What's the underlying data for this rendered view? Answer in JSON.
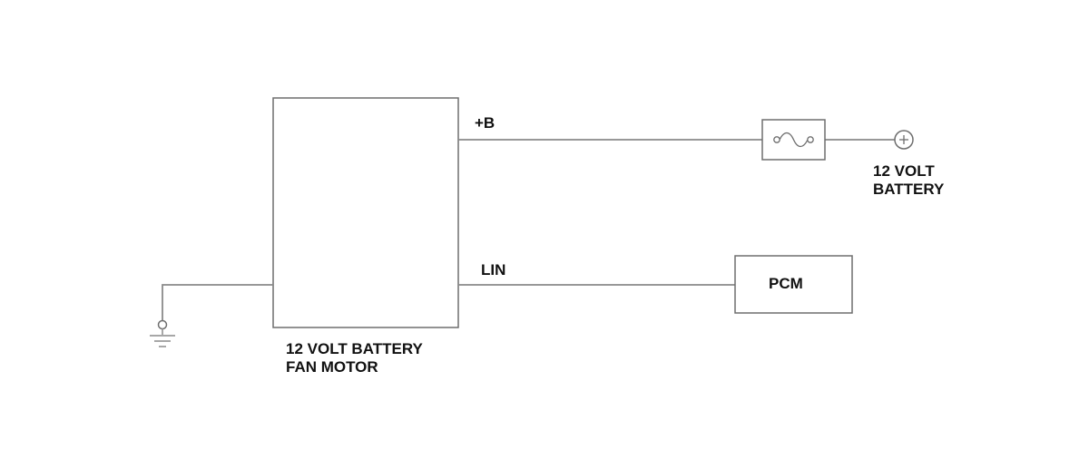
{
  "diagram": {
    "fan_motor_label": [
      "12 VOLT BATTERY",
      "FAN MOTOR"
    ],
    "supply_label": "+B",
    "lin_label": "LIN",
    "pcm_label": "PCM",
    "battery_label": [
      "12 VOLT",
      "BATTERY"
    ],
    "battery_terminal_glyph": "+",
    "icons": [
      "ground-icon",
      "fuse-icon",
      "battery-terminal-icon"
    ]
  },
  "colors": {
    "wire": "#8a8a8a",
    "box_outline": "#6e6e6e",
    "text": "#111111",
    "background": "#ffffff"
  }
}
